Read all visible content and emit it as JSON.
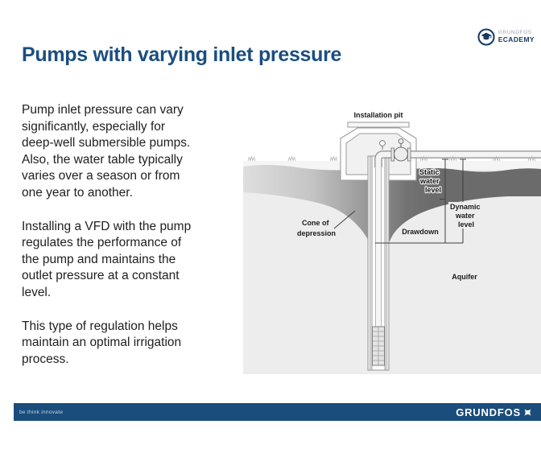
{
  "colors": {
    "title-navy": "#1b4e80",
    "footer-blue": "#1a4d7b",
    "logo-navy": "#15375f",
    "body-text": "#212121",
    "water-dark": "#6b6b6b",
    "ground-grey": "#ededed"
  },
  "header": {
    "title": "Pumps with varying inlet pressure",
    "logo": {
      "brand": "GRUNDFOS",
      "academy": "ECADEMY"
    }
  },
  "body": {
    "paragraphs": [
      "Pump inlet pressure can vary\nsignificantly, especially for\ndeep-well submersible pumps.\nAlso, the water table typically\nvaries over a season or from\none year to another.",
      "Installing a VFD with the pump\nregulates the performance of\nthe pump and maintains the\noutlet pressure at a constant\nlevel.",
      "This type of regulation helps\nmaintain an optimal irrigation\nprocess."
    ]
  },
  "diagram": {
    "installation_pit": "Installation pit",
    "static": [
      "Static",
      "water",
      "level"
    ],
    "dynamic": [
      "Dynamic",
      "water",
      "level"
    ],
    "drawdown": "Drawdown",
    "cone": [
      "Cone of",
      "depression"
    ],
    "aquifer": "Aquifer"
  },
  "footer": {
    "tagline": "be think innovate",
    "brand": "GRUNDFOS"
  }
}
